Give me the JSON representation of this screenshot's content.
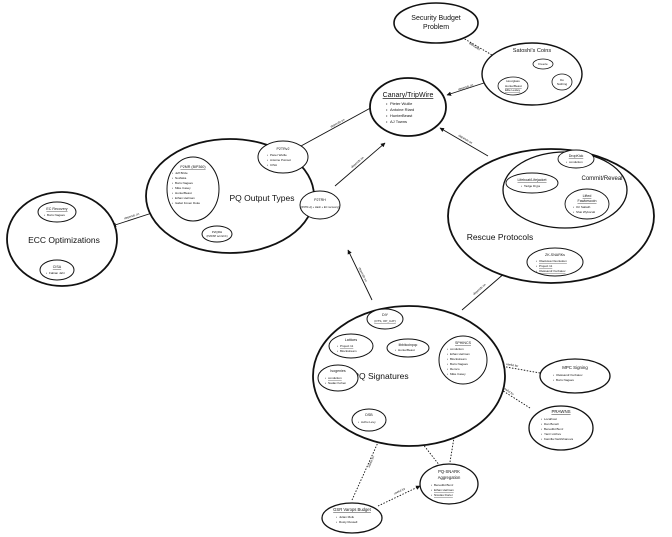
{
  "nodes": {
    "security_budget": {
      "title_line1": "Security Budget",
      "title_line2": "Problem"
    },
    "satoshis_coins": {
      "title": "Satoshi's Coins",
      "freeze": "Freeze",
      "hourglass": {
        "title": "Hourglass",
        "items": [
          "HunterBeast",
          "Ellie Lesley"
        ]
      },
      "do_nothing": {
        "line1": "Do",
        "line2": "Nothing"
      }
    },
    "canary": {
      "title": "Canary/TripWire",
      "items": [
        "Pieter Wuille",
        "Antoine Riard",
        "HunterBeast",
        "AJ Towns"
      ]
    },
    "pq_output_types": {
      "title": "PQ Output Types",
      "p2mr": {
        "title": "P2MR (BIP360)",
        "items": [
          "Jeff Bride",
          "NotAkka",
          "Boris Nagaev",
          "Mike Casey",
          "HunterBeast",
          "Ethan Heilman",
          "Isabel Foxen Duke"
        ]
      },
      "p2trv2": {
        "title": "P2TRv2",
        "items": [
          "Pieter Wuille",
          "Antoine Poinsot",
          "CISA"
        ]
      },
      "p2trh": {
        "title": "P2TRH",
        "sub": "(P2TR+Q + Hash + EC recovery)"
      },
      "p2qrh": {
        "title": "P2QRH",
        "sub": "(P2WSH w/o ECC)"
      }
    },
    "ecc_opt": {
      "title": "ECC Optimizations",
      "ec_recovery": {
        "title": "EC Recovery",
        "items": [
          "Boris Nagaev"
        ]
      },
      "cisa": {
        "title": "CISA",
        "items": [
          "Fabian Jahr"
        ]
      }
    },
    "rescue": {
      "title": "Rescue Protocols",
      "commit_reveal": {
        "title": "Commit/Reveal",
        "dropkick": {
          "title": "DropKick",
          "items": [
            "conduition"
          ]
        },
        "lifeboat": {
          "title": "Lifeboat/Lifejacket",
          "items": [
            "Tadge Dryja"
          ]
        },
        "lifted": {
          "title_line1": "Lifted",
          "title_line2": "Fawkescoin",
          "items": [
            "Ori Sattath",
            "Shai Wyborski"
          ]
        }
      },
      "zk_snarks": {
        "title": "ZK-SNARKs",
        "items": [
          "Olaoluwa Osuntokun",
          "Project 11",
          "Oleksandr Kurbatov"
        ]
      }
    },
    "pq_signatures": {
      "title": "PQ Signatures",
      "diy": {
        "title": "DIY",
        "sub": "(OTS, OP_CAT)"
      },
      "lattices": {
        "title": "Lattices",
        "items": [
          "Project 11",
          "Blockstream"
        ]
      },
      "libbitcoinpqc": {
        "title": "libbitcoinpqc",
        "items": [
          "HunterBeast"
        ]
      },
      "sphincs": {
        "title": "SPHINCS",
        "items": [
          "conduition",
          "Ethan Heilman",
          "Blockstream",
          "Boris Nagaev",
          "Remco",
          "Mike Casey"
        ]
      },
      "isogenies": {
        "title": "Isogenies",
        "items": [
          "conduition",
          "Nadav Kohen"
        ]
      },
      "dsb": {
        "title": "DSB",
        "items": [
          "Avihu Levy"
        ]
      }
    },
    "mpc_signing": {
      "title": "MPC Signing",
      "items": [
        "Oleksandr Kurbatov",
        "Boris Nagaev"
      ]
    },
    "prawns": {
      "title": "PRAWNS",
      "items": [
        "Localhost",
        "Dan Boneh",
        "Benedikt Bunz",
        "Yanir Litchev",
        "Kamilla Nazirkhanova"
      ]
    },
    "pq_snark": {
      "title_line1": "PQ-SNARK",
      "title_line2": "Aggregation",
      "items": [
        "Benedikt Bunz",
        "Ethan Heilman",
        "Nicolas Dorier"
      ]
    },
    "gsr": {
      "title": "GSR Varops Budget",
      "items": [
        "Julian Moik",
        "Rusty Russell"
      ]
    }
  },
  "edges": {
    "alleviates": "alleviates",
    "depends_on": "depends on",
    "useful_for": "useful for"
  }
}
